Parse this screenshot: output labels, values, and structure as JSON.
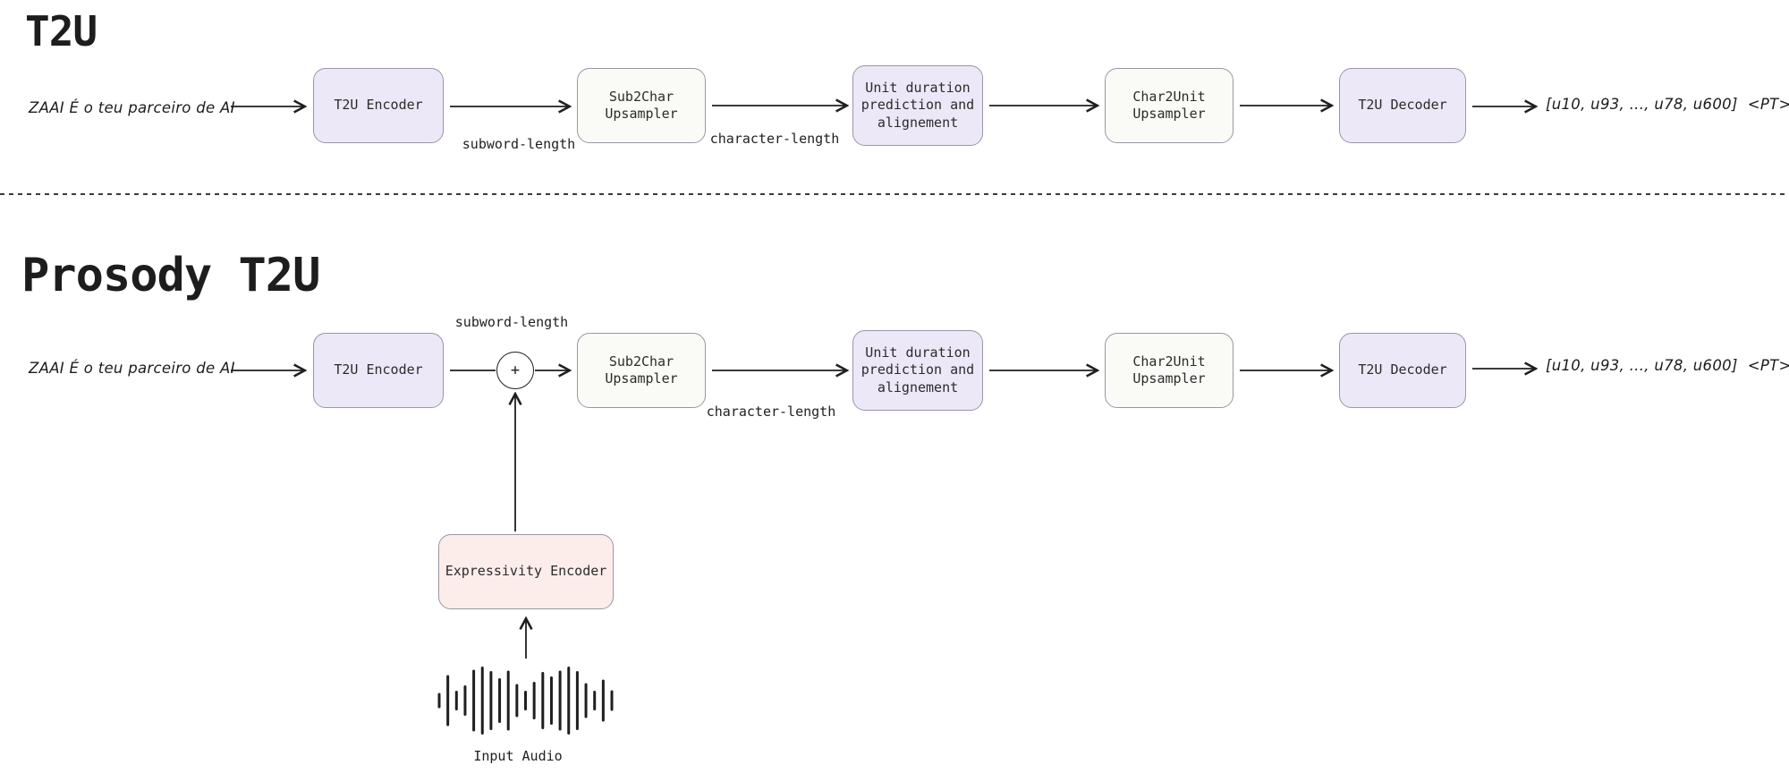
{
  "colors": {
    "node-purple": "#ECE8F7",
    "node-neutral": "#FAFAF7",
    "node-pink": "#FCEDEA",
    "node-border": "#9A96A5",
    "ink": "#1f1f1f"
  },
  "t2u": {
    "title": "T2U",
    "input_text": "ZAAI É o teu parceiro de AI",
    "nodes": {
      "encoder": "T2U Encoder",
      "sub2char": "Sub2Char\nUpsampler",
      "unit_duration": "Unit duration\nprediction and\nalignement",
      "char2unit": "Char2Unit\nUpsampler",
      "decoder": "T2U Decoder"
    },
    "edge_labels": {
      "subword": "subword-length",
      "character": "character-length"
    },
    "output_text": "[u10, u93, ..., u78, u600]  <PT>"
  },
  "prosody": {
    "title": "Prosody T2U",
    "input_text": "ZAAI É o teu parceiro de AI",
    "nodes": {
      "encoder": "T2U Encoder",
      "sub2char": "Sub2Char\nUpsampler",
      "unit_duration": "Unit duration\nprediction and\nalignement",
      "char2unit": "Char2Unit\nUpsampler",
      "decoder": "T2U Decoder",
      "expressivity": "Expressivity Encoder"
    },
    "edge_labels": {
      "subword": "subword-length",
      "character": "character-length"
    },
    "plus": "+",
    "input_audio_label": "Input Audio",
    "output_text": "[u10, u93, ..., u78, u600]  <PT>"
  },
  "waveform": {
    "heights": [
      14,
      54,
      19,
      31,
      66,
      73,
      63,
      47,
      64,
      34,
      19,
      39,
      61,
      51,
      64,
      73,
      63,
      36,
      19,
      44,
      20
    ]
  }
}
